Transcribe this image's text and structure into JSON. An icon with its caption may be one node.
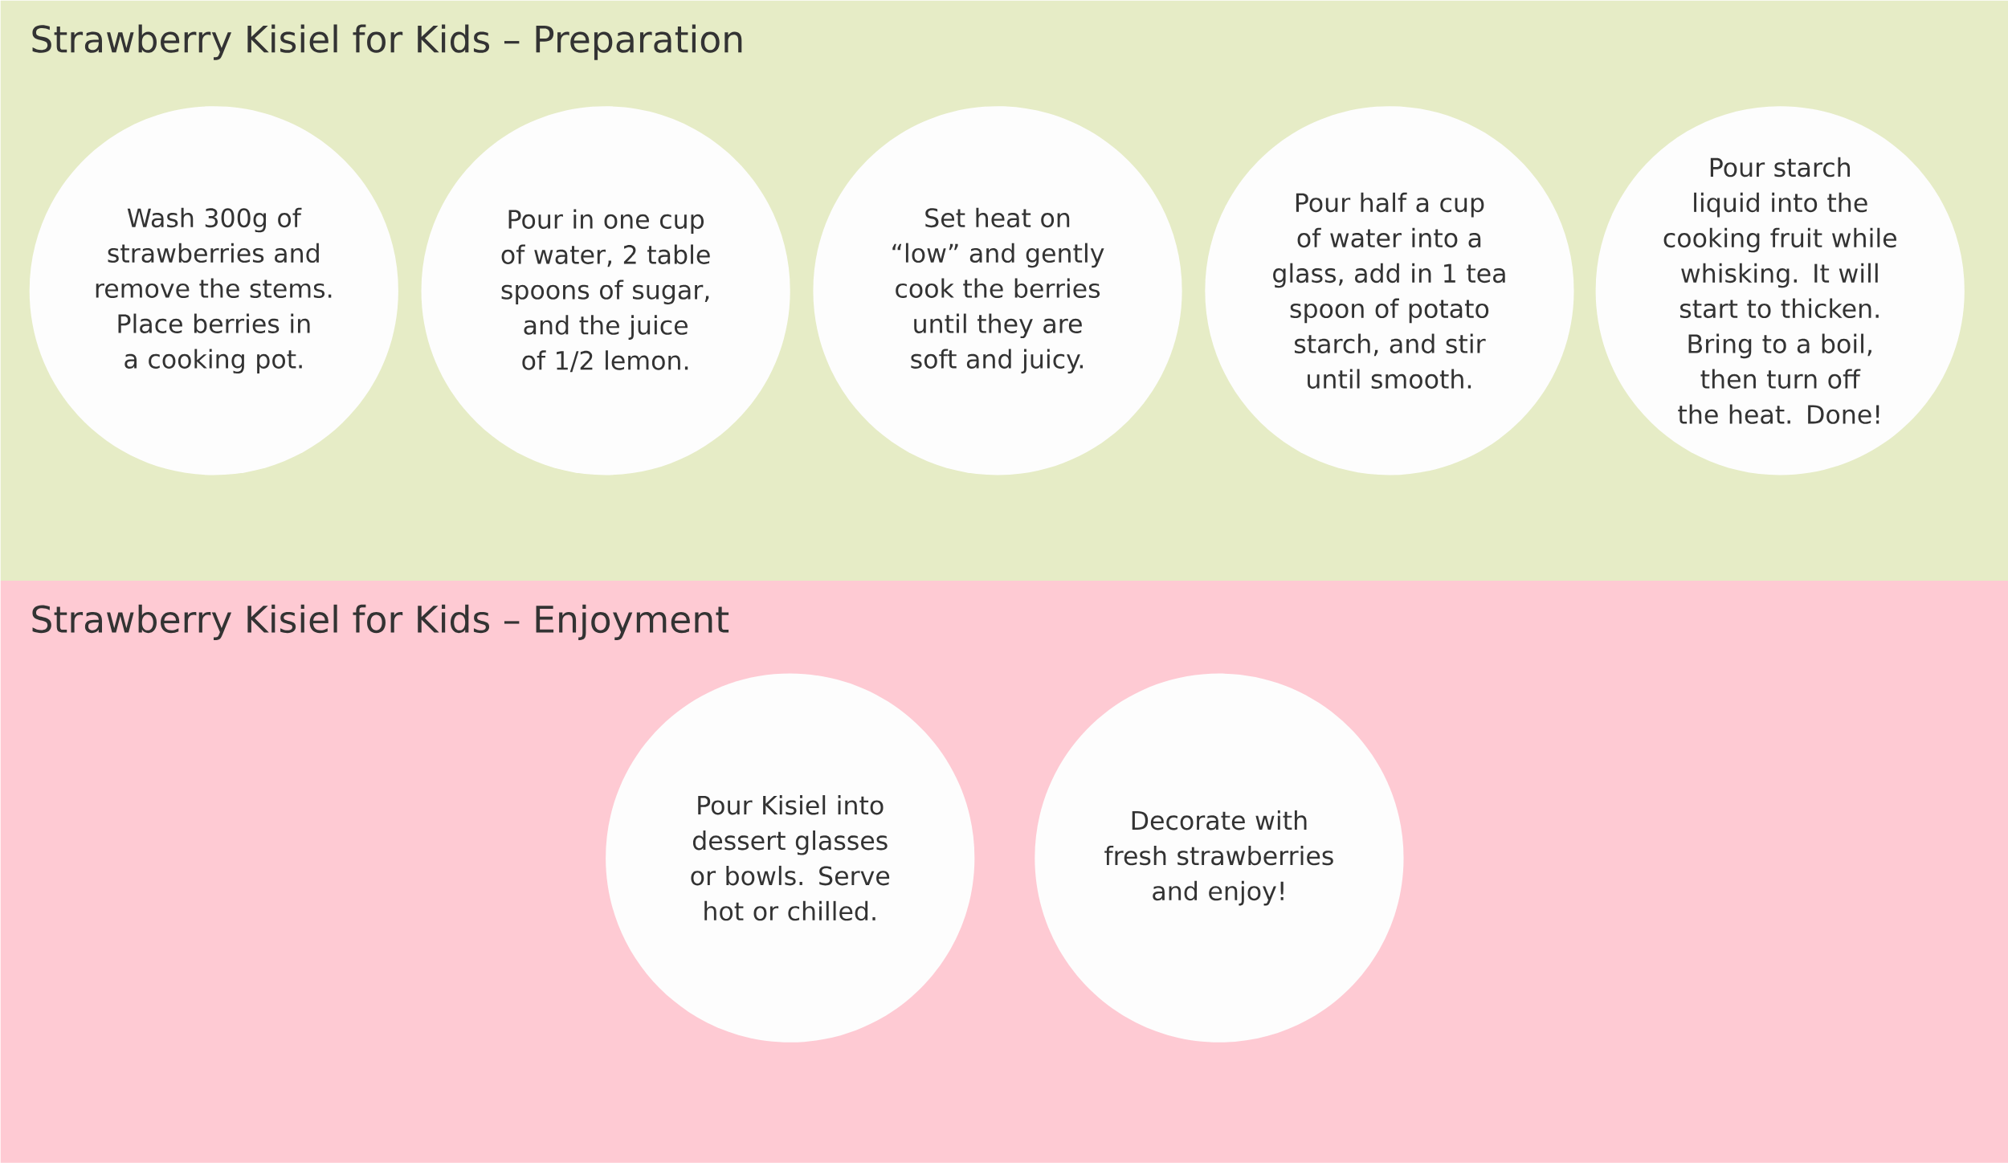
{
  "diagram": {
    "nodes": [
      {
        "text": [
          "Strawberry Kisiel for Kids – Preparation"
        ]
      },
      {
        "text": [
          "Wash 300g of strawberries and remove the stems. Place berries in a cooking pot."
        ],
        "in": 0
      },
      {
        "text": [
          "Pour in one cup of water, 2 table spoons of sugar, and the juice of 1/2 lemon."
        ],
        "in": 0
      },
      {
        "text": [
          "Set heat on “low” and gently cook the berries until they are soft and juicy."
        ],
        "in": 0
      },
      {
        "text": [
          "Pour half a cup of water into a glass, add in 1 tea spoon of potato starch, and stir until smooth."
        ],
        "in": 0
      },
      {
        "text": [
          "Pour starch liquid into the cooking fruit while whisking. It will start to thicken. Bring to a boil, then turn off the heat. Done!"
        ],
        "in": 0
      },
      {
        "text": [
          "Strawberry Kisiel for Kids – Enjoyment"
        ]
      },
      {
        "text": [
          "Pour Kisiel into dessert glasses or bowls. Serve hot or chilled."
        ],
        "in": 6
      },
      {
        "text": [
          "Decorate with fresh strawberries and enjoy!"
        ],
        "in": 6
      }
    ],
    "edges": []
  }
}
